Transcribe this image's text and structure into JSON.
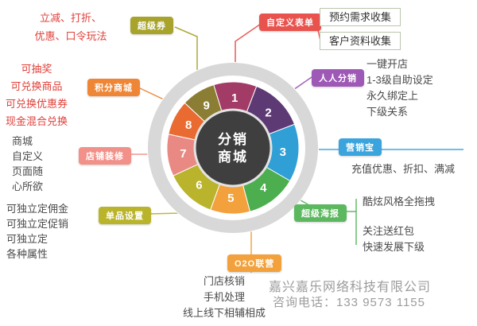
{
  "center": {
    "line1": "分销",
    "line2": "商城"
  },
  "chart_data": {
    "type": "pie",
    "title": "分销商城",
    "start_angle_deg": -17,
    "segments": [
      {
        "num": "1",
        "span_deg": 38,
        "color": "#a23b66",
        "feature": "自定义表单"
      },
      {
        "num": "2",
        "span_deg": 48,
        "color": "#5e3a75",
        "feature": "人人分销"
      },
      {
        "num": "3",
        "span_deg": 51,
        "color": "#2f9fd6",
        "feature": "营销宝"
      },
      {
        "num": "4",
        "span_deg": 45,
        "color": "#4cae4f",
        "feature": "超级海报"
      },
      {
        "num": "5",
        "span_deg": 35,
        "color": "#f2a13c",
        "feature": "O2O联营"
      },
      {
        "num": "6",
        "span_deg": 45,
        "color": "#b9b42b",
        "feature": "单品设置"
      },
      {
        "num": "7",
        "span_deg": 37,
        "color": "#e98983",
        "feature": "店铺装修"
      },
      {
        "num": "8",
        "span_deg": 31,
        "color": "#e96b31",
        "feature": "积分商城"
      },
      {
        "num": "9",
        "span_deg": 30,
        "color": "#8b7d33",
        "feature": "超级券"
      }
    ]
  },
  "tags": {
    "chaojiquan": {
      "label": "超级券",
      "color": "#a8a32b"
    },
    "jifenshangcheng": {
      "label": "积分商城",
      "color": "#ef8636"
    },
    "dianpuzhuangxiu": {
      "label": "店铺装修",
      "color": "#f2918a"
    },
    "danpinshezhi": {
      "label": "单品设置",
      "color": "#b9b42b"
    },
    "o2o": {
      "label": "O2O联营",
      "color": "#f2a13c"
    },
    "zidingyibiaodan": {
      "label": "自定义表单",
      "color": "#e8534e"
    },
    "renrenfenxiao": {
      "label": "人人分销",
      "color": "#9d59b5"
    },
    "yingxiaobao": {
      "label": "营销宝",
      "color": "#3ba4dc"
    },
    "chaojihaibao": {
      "label": "超级海报",
      "color": "#5cb85f"
    }
  },
  "notes": {
    "chaojiquan": "立减、打折、\n优惠、口令玩法",
    "jifen": "可抽奖\n可兑换商品\n可兑换优惠券\n现金混合兑换",
    "dianpu": "商城\n自定义\n页面随\n心所欲",
    "danpin": "可独立定佣金\n可独立定促销\n可独立定\n各种属性",
    "o2o": "门店核销\n手机处理\n线上线下相辅相成",
    "biaodan_box1": "预约需求收集",
    "biaodan_box2": "客户资料收集",
    "renren": "一键开店\n1-3级自助设定\n永久绑定上\n下级关系",
    "yingxiao": "充值优惠、折扣、满减",
    "haibao1": "酷炫风格全拖拽",
    "haibao2": "关注送红包\n快速发展下级"
  },
  "footer": {
    "company": "嘉兴嘉乐网络科技有限公司",
    "phone": "咨询电话：133 9573 1155"
  }
}
